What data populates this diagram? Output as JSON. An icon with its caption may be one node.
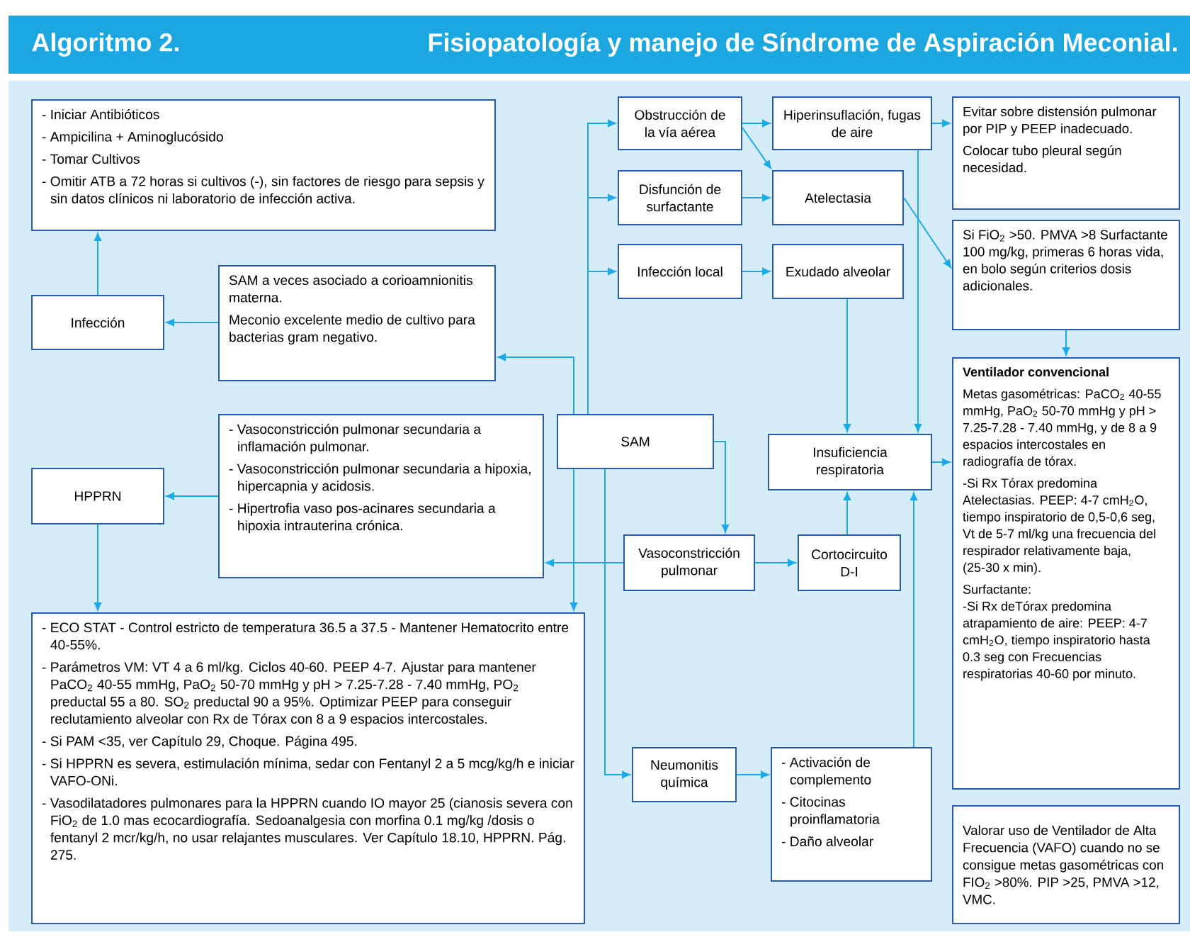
{
  "diagram": {
    "title": "Fisiopatología y manejo de Síndrome de Aspiración Meconial.",
    "nodes": [
      {
        "text": [
          "- Iniciar Antibióticos",
          "- Ampicilina + Aminoglucósido",
          "- Tomar Cultivos",
          "- Omitir ATB a 72 horas si cultivos (-), sin factores de riesgo para sepsis y sin datos clínicos ni laboratorio de infección activa."
        ]
      },
      {
        "text": [
          "Infección"
        ]
      },
      {
        "text": [
          "SAM a veces asociado a corioamnionitis materna.",
          "Meconio excelente medio de cultivo para bacterias gram negativo."
        ]
      },
      {
        "text": [
          "HPPRN"
        ]
      },
      {
        "text": [
          "- Vasoconstricción pulmonar secundaria a inflamación pulmonar.",
          "- Vasoconstricción pulmonar secundaria a hipoxia, hipercapnia y acidosis.",
          "- Hipertrofia vaso pos-acinares secundaria a hipoxia intrauterina crónica."
        ]
      },
      {
        "text": [
          "SAM"
        ]
      },
      {
        "text": [
          "- ECO STAT - Control estricto de temperatura 36.5 a 37.5 - Mantener Hematocrito entre 40-55%.",
          "- Parámetros VM: VT 4 a 6 ml/kg. Ciclos 40-60. PEEP 4-7. Ajustar para mantener PaCO$_{2}$ 40-55 mmHg, PaO$_{2}$ 50-70 mmHg y pH > 7.25-7.28 - 7.40 mmHg, PO$_{2}$ preductal 55 a 80. SO$_{2}$ preductal 90 a 95%. Optimizar PEEP para conseguir reclutamiento alveolar con Rx de Tórax con 8 a 9 espacios intercostales.",
          "- Si PAM <35, ver Capítulo 29, Choque. Página 495.",
          "- Si HPPRN es severa, estimulación mínima, sedar con Fentanyl 2 a 5 mcg/kg/h e iniciar VAFO-ONi.",
          "- Vasodilatadores pulmonares para la HPPRN cuando IO mayor 25 (cianosis severa con FiO$_{2}$ de 1.0 mas ecocardiografía. Sedoanalgesia con morfina 0.1 mg/kg /dosis o fentanyl 2 mcr/kg/h, no usar relajantes musculares. Ver Capítulo 18.10, HPPRN. Pág. 275."
        ]
      },
      {
        "text": [
          "Obstrucción de la vía aérea"
        ]
      },
      {
        "text": [
          "Disfunción de surfactante"
        ]
      },
      {
        "text": [
          "Infección local"
        ]
      },
      {
        "text": [
          "Hiperinsuflación, fugas de aire"
        ]
      },
      {
        "text": [
          "Atelectasia"
        ]
      },
      {
        "text": [
          "Exudado alveolar"
        ]
      },
      {
        "text": [
          "Evitar sobre distensión pulmonar por PIP y PEEP inadecuado.",
          "Colocar tubo pleural según necesidad."
        ]
      },
      {
        "text": [
          "Si FiO$_{2}$ >50. PMVA >8 Surfactante 100 mg/kg, primeras 6 horas vida, en bolo según criterios dosis adicionales."
        ]
      },
      {
        "text": [
          "Ventilador convencional",
          "Metas gasométricas: PaCO$_{2}$ 40-55 mmHg, PaO$_{2}$ 50-70 mmHg y pH > 7.25-7.28 - 7.40 mmHg, y de 8 a 9 espacios intercostales en radiografía de tórax.",
          "-Si Rx Tórax predomina Atelectasias. PEEP: 4-7 cmH$_{2}$O, tiempo inspiratorio de 0,5-0,6 seg, Vt de 5-7 ml/kg una frecuencia del respirador relativamente baja, (25-30 x min).",
          "Surfactante:",
          "-Si Rx deTórax predomina atrapamiento de aire: PEEP: 4-7 cmH$_{2}$O, tiempo inspiratorio hasta 0.3 seg con Frecuencias respiratorias 40-60 por minuto."
        ]
      },
      {
        "text": [
          "Insuficiencia respiratoria"
        ]
      },
      {
        "text": [
          "Vasoconstricción pulmonar"
        ]
      },
      {
        "text": [
          "Cortocircuito D-I"
        ]
      },
      {
        "text": [
          "Neumonitis química"
        ]
      },
      {
        "text": [
          "- Activación de complemento",
          "- Citocinas proinflamatoria",
          "- Daño alveolar"
        ]
      },
      {
        "text": [
          "Valorar uso de Ventilador de Alta Frecuencia (VAFO) cuando no se consigue metas gasométricas con FIO$_{2}$ >80%. PIP >25, PMVA >12, VMC."
        ]
      }
    ],
    "edges": [
      {
        "from": 1,
        "to": 0,
        "arrow": "to"
      },
      {
        "from": 2,
        "to": 1,
        "arrow": "to"
      },
      {
        "from": 5,
        "to": 2,
        "arrow": "to"
      },
      {
        "from": 4,
        "to": 3,
        "arrow": "to"
      },
      {
        "from": 17,
        "to": 4,
        "arrow": "to"
      },
      {
        "from": 5,
        "to": 6,
        "arrow": "to"
      },
      {
        "from": 3,
        "to": 6,
        "arrow": "to"
      },
      {
        "from": 5,
        "to": 7,
        "arrow": "to"
      },
      {
        "from": 5,
        "to": 8,
        "arrow": "to"
      },
      {
        "from": 5,
        "to": 9,
        "arrow": "to"
      },
      {
        "from": 5,
        "to": 17,
        "arrow": "to"
      },
      {
        "from": 5,
        "to": 19,
        "arrow": "to"
      },
      {
        "from": 7,
        "to": 10,
        "arrow": "to"
      },
      {
        "from": 7,
        "to": 11,
        "arrow": "to"
      },
      {
        "from": 8,
        "to": 11,
        "arrow": "to"
      },
      {
        "from": 9,
        "to": 12,
        "arrow": "to"
      },
      {
        "from": 10,
        "to": 13,
        "arrow": "to"
      },
      {
        "from": 11,
        "to": 14,
        "arrow": "to"
      },
      {
        "from": 14,
        "to": 15,
        "arrow": "to"
      },
      {
        "from": 10,
        "to": 16,
        "arrow": "to"
      },
      {
        "from": 12,
        "to": 16,
        "arrow": "to"
      },
      {
        "from": 16,
        "to": 15,
        "arrow": "to"
      },
      {
        "from": 18,
        "to": 16,
        "arrow": "to"
      },
      {
        "from": 20,
        "to": 16,
        "arrow": "to"
      },
      {
        "from": 17,
        "to": 18,
        "arrow": "to"
      },
      {
        "from": 19,
        "to": 20,
        "arrow": "to"
      }
    ],
    "labels": [
      "Algoritmo 2."
    ]
  }
}
